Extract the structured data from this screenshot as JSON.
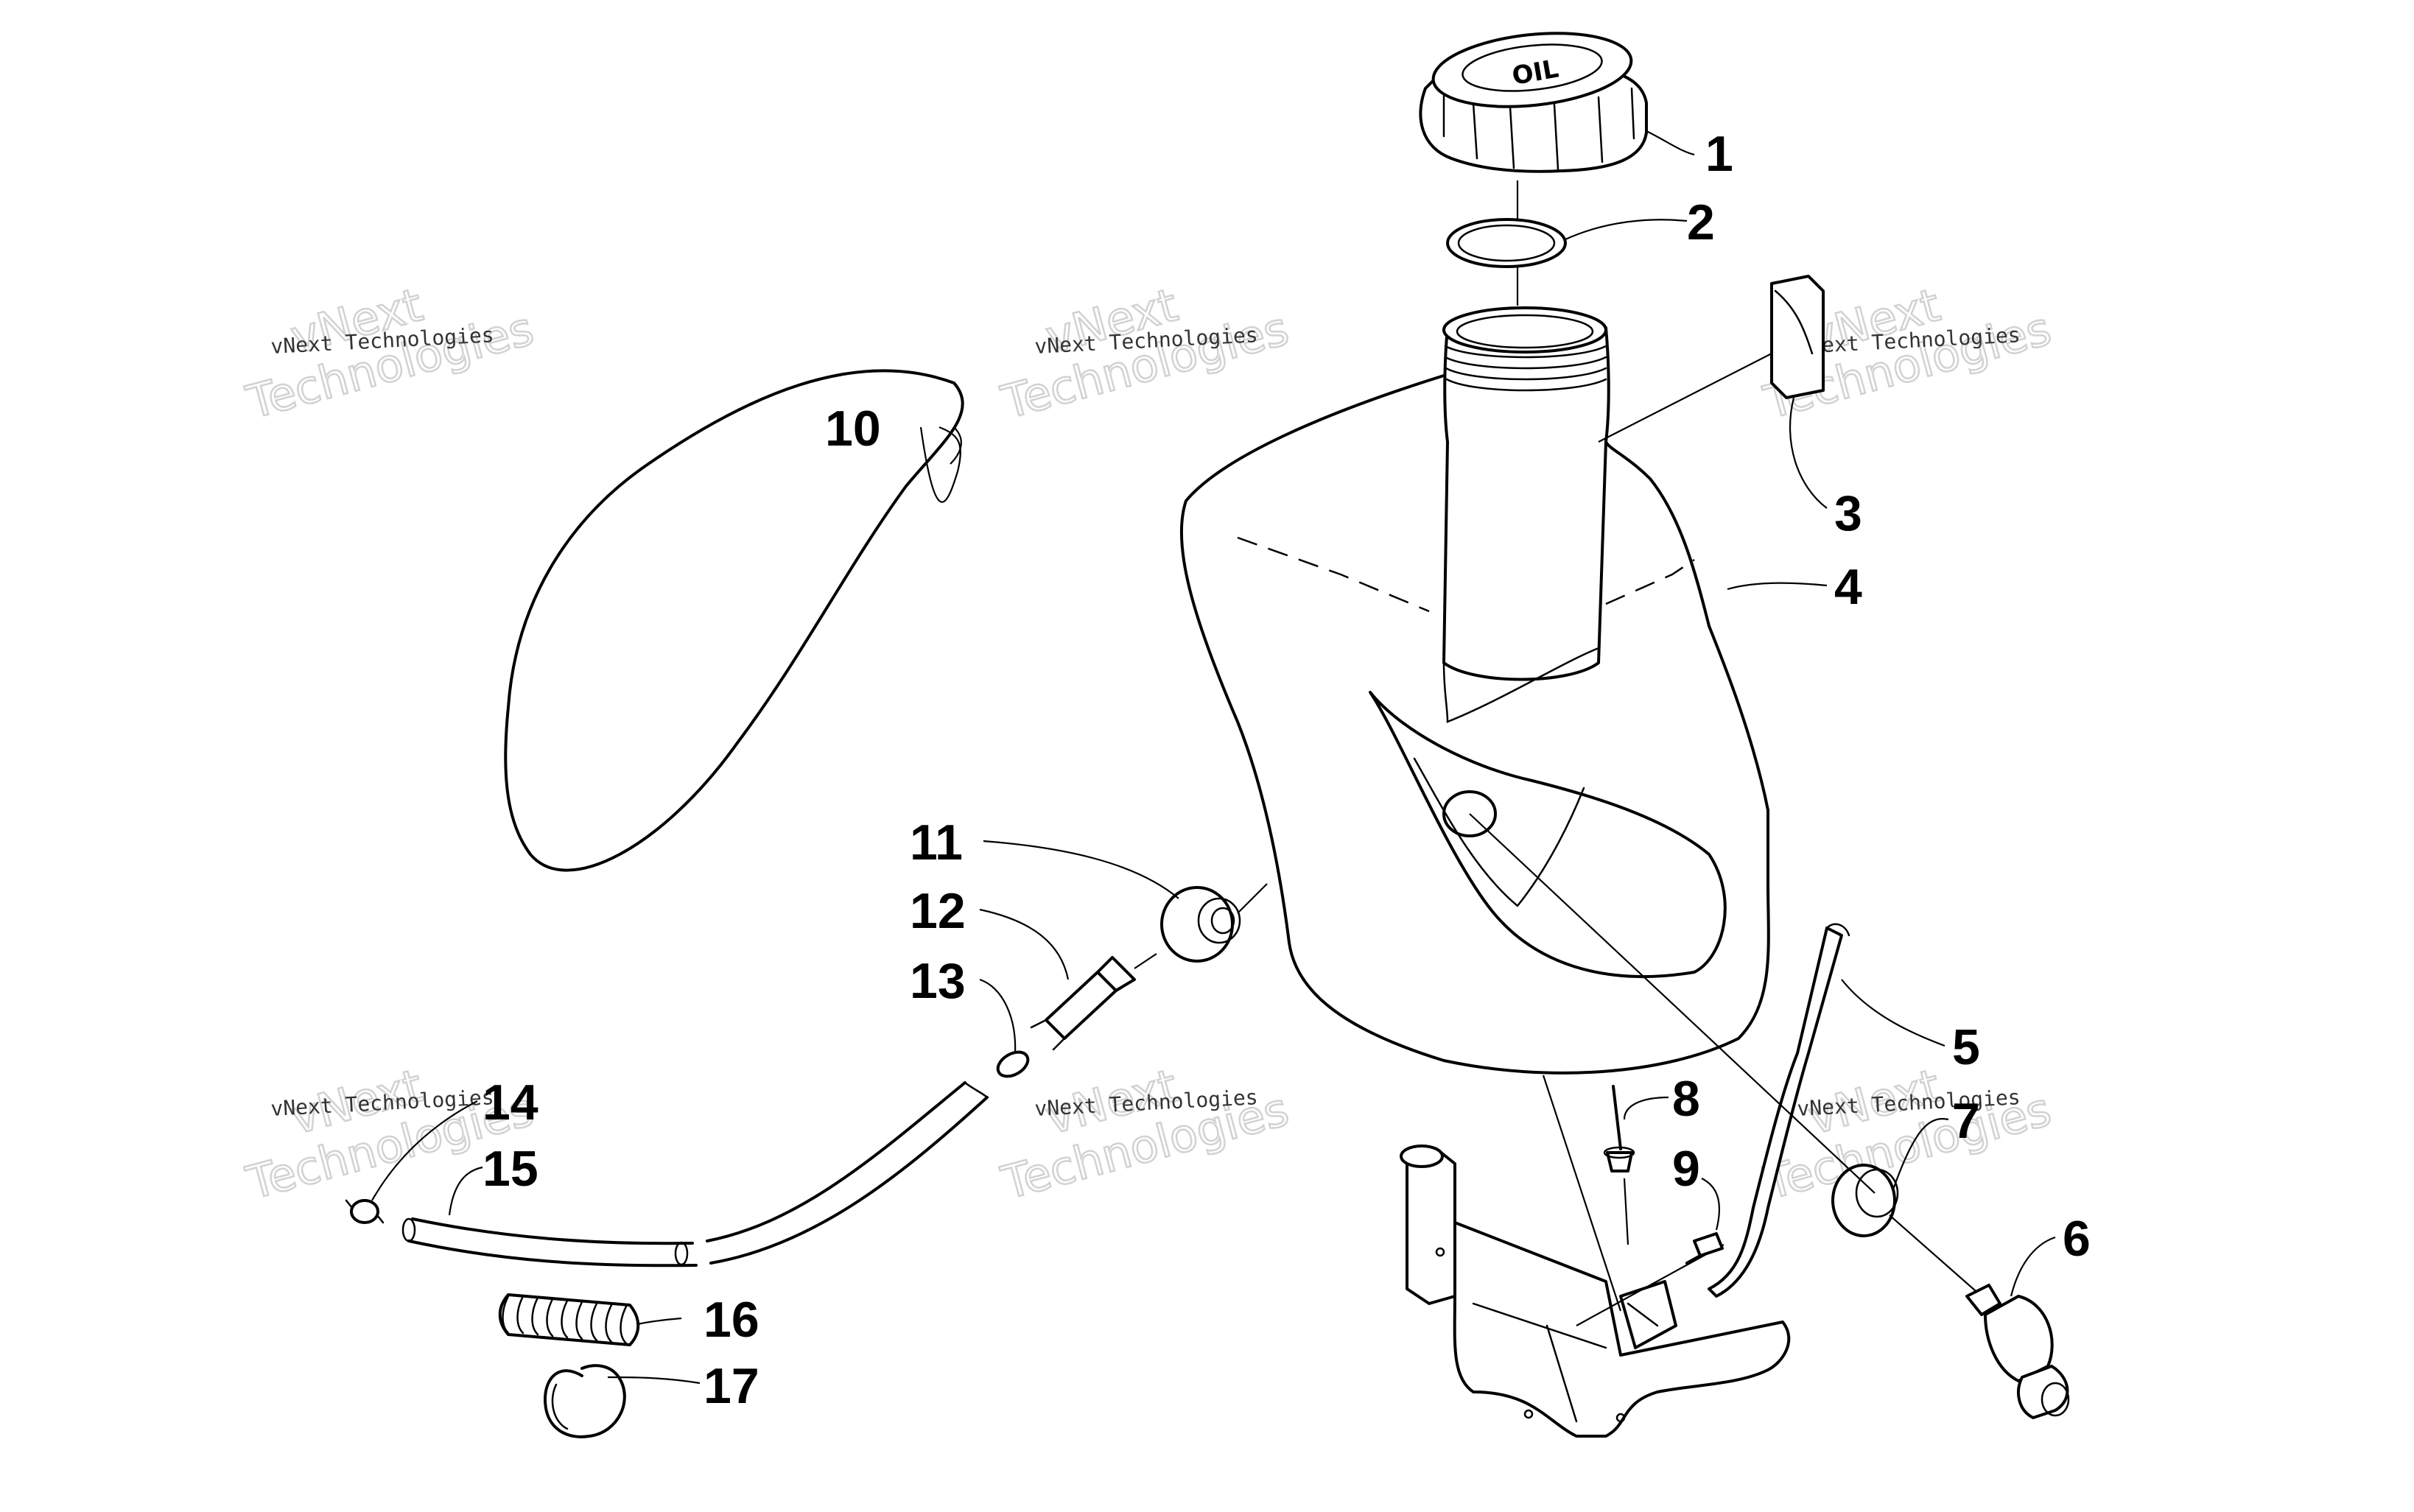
{
  "diagram": {
    "callouts": [
      {
        "id": "1",
        "label": "1"
      },
      {
        "id": "2",
        "label": "2"
      },
      {
        "id": "3",
        "label": "3"
      },
      {
        "id": "4",
        "label": "4"
      },
      {
        "id": "5",
        "label": "5"
      },
      {
        "id": "6",
        "label": "6"
      },
      {
        "id": "7",
        "label": "7"
      },
      {
        "id": "8",
        "label": "8"
      },
      {
        "id": "9",
        "label": "9"
      },
      {
        "id": "10",
        "label": "10"
      },
      {
        "id": "11",
        "label": "11"
      },
      {
        "id": "12",
        "label": "12"
      },
      {
        "id": "13",
        "label": "13"
      },
      {
        "id": "14",
        "label": "14"
      },
      {
        "id": "15",
        "label": "15"
      },
      {
        "id": "16",
        "label": "16"
      },
      {
        "id": "17",
        "label": "17"
      }
    ],
    "cap_text": "OIL",
    "watermark": {
      "line_small": "vNext Technologies",
      "line_big_1": "vNext",
      "line_big_2": "Technologies"
    }
  }
}
